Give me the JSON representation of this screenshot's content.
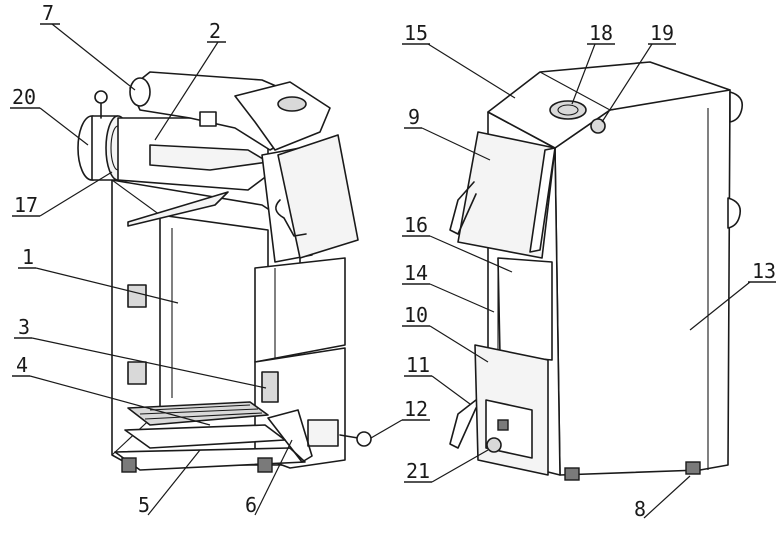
{
  "callouts": [
    {
      "id": "c7",
      "text": "7"
    },
    {
      "id": "c2",
      "text": "2"
    },
    {
      "id": "c20",
      "text": "20"
    },
    {
      "id": "c17",
      "text": "17"
    },
    {
      "id": "c1",
      "text": "1"
    },
    {
      "id": "c3",
      "text": "3"
    },
    {
      "id": "c4",
      "text": "4"
    },
    {
      "id": "c5",
      "text": "5"
    },
    {
      "id": "c6",
      "text": "6"
    },
    {
      "id": "c12",
      "text": "12"
    },
    {
      "id": "c15",
      "text": "15"
    },
    {
      "id": "c18",
      "text": "18"
    },
    {
      "id": "c19",
      "text": "19"
    },
    {
      "id": "c9",
      "text": "9"
    },
    {
      "id": "c16",
      "text": "16"
    },
    {
      "id": "c14",
      "text": "14"
    },
    {
      "id": "c10",
      "text": "10"
    },
    {
      "id": "c11",
      "text": "11"
    },
    {
      "id": "c21",
      "text": "21"
    },
    {
      "id": "c13",
      "text": "13"
    },
    {
      "id": "c8",
      "text": "8"
    }
  ]
}
